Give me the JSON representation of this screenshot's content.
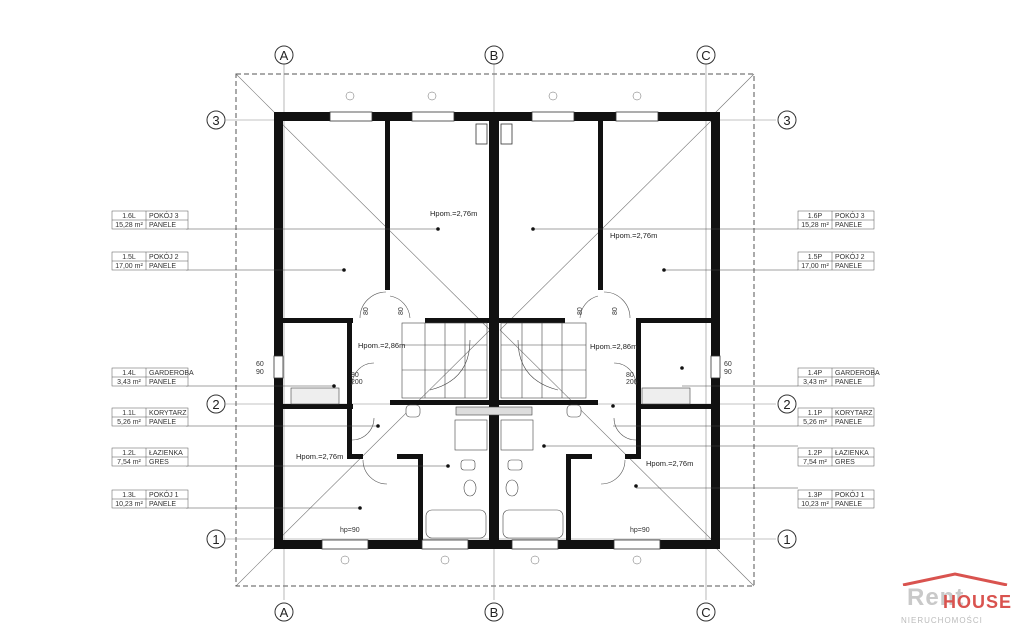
{
  "axes": {
    "columns": [
      "A",
      "B",
      "C"
    ],
    "rows": [
      "3",
      "2",
      "1"
    ]
  },
  "heights": {
    "upper_left": "Hpom.=2,76m",
    "upper_right": "Hpom.=2,76m",
    "mid_left": "Hpom.=2,86m",
    "mid_right": "Hpom.=2,86m",
    "low_left": "Hpom.=2,76m",
    "low_right": "Hpom.=2,76m"
  },
  "rooms_left": [
    {
      "code": "1.6L",
      "name": "POKÓJ 3",
      "area": "15,28 m²",
      "finish": "PANELE"
    },
    {
      "code": "1.5L",
      "name": "POKÓJ 2",
      "area": "17,00 m²",
      "finish": "PANELE"
    },
    {
      "code": "1.4L",
      "name": "GARDEROBA",
      "area": "3,43 m²",
      "finish": "PANELE"
    },
    {
      "code": "1.1L",
      "name": "KORYTARZ",
      "area": "5,26 m²",
      "finish": "PANELE"
    },
    {
      "code": "1.2L",
      "name": "ŁAZIENKA",
      "area": "7,54 m²",
      "finish": "GRES"
    },
    {
      "code": "1.3L",
      "name": "POKÓJ 1",
      "area": "10,23 m²",
      "finish": "PANELE"
    }
  ],
  "rooms_right": [
    {
      "code": "1.6P",
      "name": "POKÓJ 3",
      "area": "15,28 m²",
      "finish": "PANELE"
    },
    {
      "code": "1.5P",
      "name": "POKÓJ 2",
      "area": "17,00 m²",
      "finish": "PANELE"
    },
    {
      "code": "1.4P",
      "name": "GARDEROBA",
      "area": "3,43 m²",
      "finish": "PANELE"
    },
    {
      "code": "1.1P",
      "name": "KORYTARZ",
      "area": "5,26 m²",
      "finish": "PANELE"
    },
    {
      "code": "1.2P",
      "name": "ŁAZIENKA",
      "area": "7,54 m²",
      "finish": "GRES"
    },
    {
      "code": "1.3P",
      "name": "POKÓJ 1",
      "area": "10,23 m²",
      "finish": "PANELE"
    }
  ],
  "doors": {
    "d80": "80",
    "d200": "200",
    "d60": "60",
    "d90": "90"
  },
  "windows": {
    "hp": "hp=90"
  },
  "logo": {
    "word1": "Rent",
    "word2": "HOUSE",
    "sub": "NIERUCHOMOŚCI"
  },
  "colors": {
    "wall": "#111111",
    "line": "#444444",
    "logo_red": "#d9534f",
    "logo_grey": "#c9c9c9"
  }
}
